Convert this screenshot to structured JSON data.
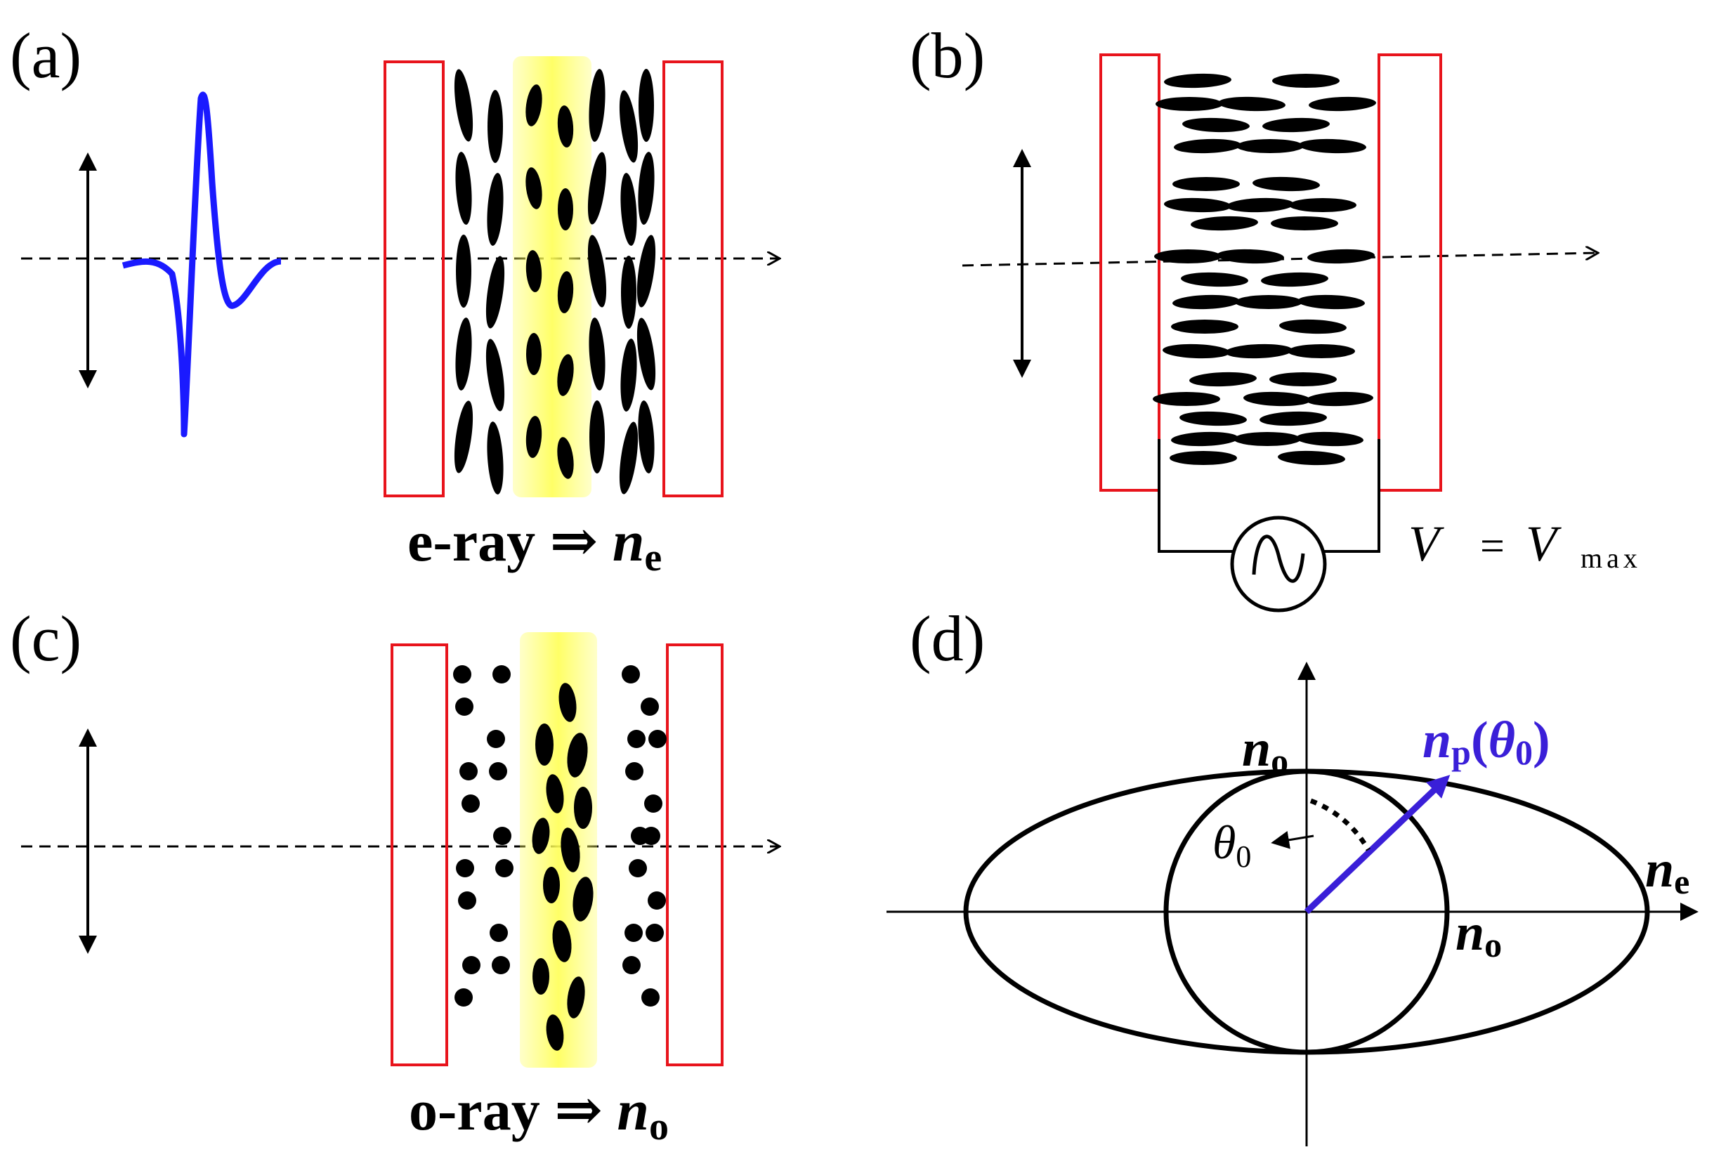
{
  "panels": {
    "a": {
      "label": "(a)",
      "caption_prefix": "e-ray ⇒ ",
      "caption_symbol": "n",
      "caption_sub": "e"
    },
    "b": {
      "label": "(b)",
      "voltage_symbol": "V",
      "voltage_equals": "=",
      "voltage_value_symbol": "V",
      "voltage_value_sub": "max"
    },
    "c": {
      "label": "(c)",
      "caption_prefix": "o-ray ⇒ ",
      "caption_symbol": "n",
      "caption_sub": "o"
    },
    "d": {
      "label": "(d)",
      "top_label": {
        "symbol": "n",
        "sub": "o"
      },
      "right_label": {
        "symbol": "n",
        "sub": "e"
      },
      "circle_label": {
        "symbol": "n",
        "sub": "o"
      },
      "angle_label": {
        "symbol": "θ",
        "sub": "0"
      },
      "vector_label": {
        "symbol": "n",
        "sub": "p",
        "arg_open": "(",
        "arg_symbol": "θ",
        "arg_sub": "0",
        "arg_close": ")"
      }
    }
  },
  "colors": {
    "electrode": "#e8141c",
    "pulse": "#1a1aff",
    "vector": "#3a1fd8",
    "highlight": "#ffff66",
    "ink": "#000000"
  }
}
